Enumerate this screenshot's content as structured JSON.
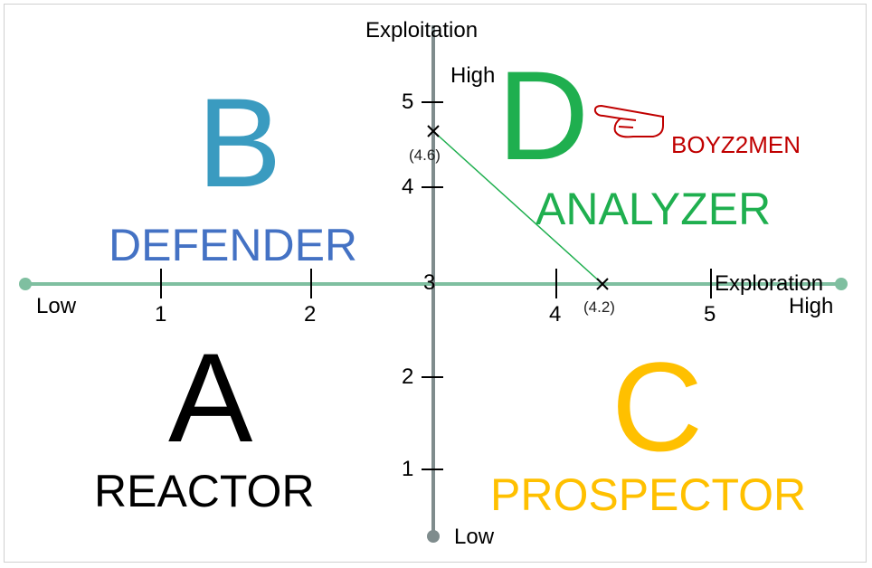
{
  "axes": {
    "y_title": "Exploitation",
    "y_high": "High",
    "y_low": "Low",
    "x_title": "Exploration",
    "x_high": "High",
    "x_low": "Low",
    "x_ticks": [
      "1",
      "2",
      "3",
      "4",
      "5"
    ],
    "y_ticks": [
      "1",
      "2",
      "4",
      "5"
    ]
  },
  "quadrants": {
    "a": {
      "letter": "A",
      "name": "REACTOR",
      "color": "#000000"
    },
    "b": {
      "letter": "B",
      "name": "DEFENDER",
      "letter_color": "#3a9bc0",
      "name_color": "#4472c4"
    },
    "c": {
      "letter": "C",
      "name": "PROSPECTOR",
      "color": "#ffc000"
    },
    "d": {
      "letter": "D",
      "name": "ANALYZER",
      "color": "#1faf4f"
    }
  },
  "points": [
    {
      "label": "(4.6)",
      "axis": "Exploitation",
      "value": 4.6
    },
    {
      "label": "(4.2)",
      "axis": "Exploration",
      "value": 4.2
    }
  ],
  "annotation": {
    "text": "BOYZ2MEN",
    "color": "#c00000",
    "icon": "pointing-hand-icon"
  },
  "colors": {
    "h_axis": "#7fbfa0",
    "v_axis": "#7f8c8d",
    "connector": "#1faf4f"
  }
}
